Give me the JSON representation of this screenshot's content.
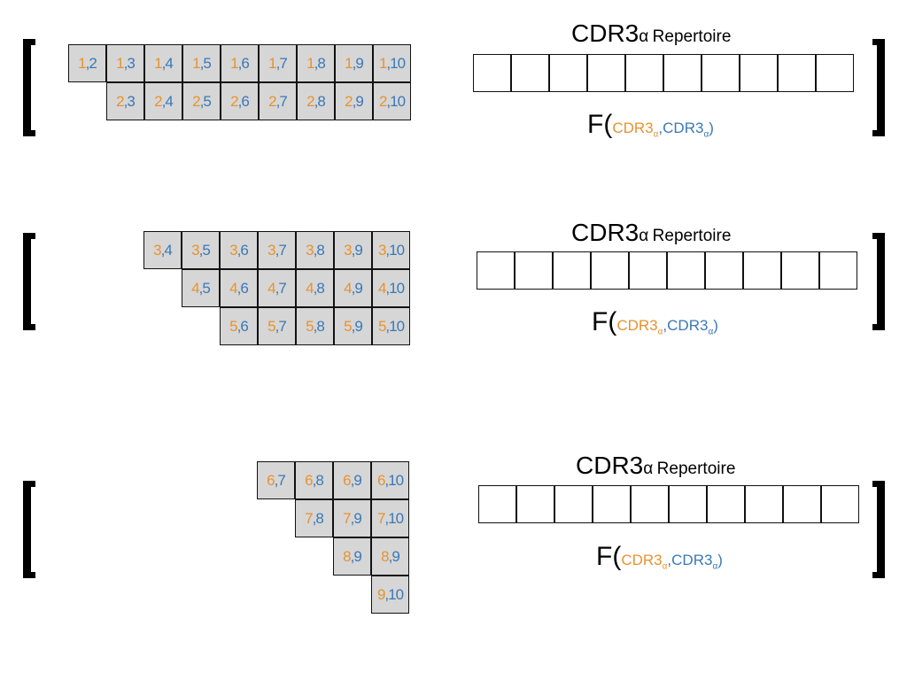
{
  "groups": [
    {
      "cells": [
        [
          {
            "a": "1",
            "b": "2"
          },
          {
            "a": "1",
            "b": "3"
          },
          {
            "a": "1",
            "b": "4"
          },
          {
            "a": "1",
            "b": "5"
          },
          {
            "a": "1",
            "b": "6"
          },
          {
            "a": "1",
            "b": "7"
          },
          {
            "a": "1",
            "b": "8"
          },
          {
            "a": "1",
            "b": "9"
          },
          {
            "a": "1",
            "b": "10"
          }
        ],
        [
          null,
          {
            "a": "2",
            "b": "3"
          },
          {
            "a": "2",
            "b": "4"
          },
          {
            "a": "2",
            "b": "5"
          },
          {
            "a": "2",
            "b": "6"
          },
          {
            "a": "2",
            "b": "7"
          },
          {
            "a": "2",
            "b": "8"
          },
          {
            "a": "2",
            "b": "9"
          },
          {
            "a": "2",
            "b": "10"
          }
        ]
      ],
      "repertoire_title": "CDR3",
      "repertoire_sub": "α",
      "repertoire_word": "Repertoire",
      "repertoire_slots": 10,
      "func_name": "F(",
      "func_arg1": "CDR3",
      "func_arg1_sub": "α",
      "func_arg2": "CDR3",
      "func_arg2_sub": "α",
      "func_sep": ",",
      "func_close": ")"
    },
    {
      "cells": [
        [
          {
            "a": "3",
            "b": "4"
          },
          {
            "a": "3",
            "b": "5"
          },
          {
            "a": "3",
            "b": "6"
          },
          {
            "a": "3",
            "b": "7"
          },
          {
            "a": "3",
            "b": "8"
          },
          {
            "a": "3",
            "b": "9"
          },
          {
            "a": "3",
            "b": "10"
          }
        ],
        [
          null,
          {
            "a": "4",
            "b": "5"
          },
          {
            "a": "4",
            "b": "6"
          },
          {
            "a": "4",
            "b": "7"
          },
          {
            "a": "4",
            "b": "8"
          },
          {
            "a": "4",
            "b": "9"
          },
          {
            "a": "4",
            "b": "10"
          }
        ],
        [
          null,
          null,
          {
            "a": "5",
            "b": "6"
          },
          {
            "a": "5",
            "b": "7"
          },
          {
            "a": "5",
            "b": "8"
          },
          {
            "a": "5",
            "b": "9"
          },
          {
            "a": "5",
            "b": "10"
          }
        ]
      ],
      "repertoire_title": "CDR3",
      "repertoire_sub": "α",
      "repertoire_word": "Repertoire",
      "repertoire_slots": 10,
      "func_name": "F(",
      "func_arg1": "CDR3",
      "func_arg1_sub": "α",
      "func_arg2": "CDR3",
      "func_arg2_sub": "α",
      "func_sep": ",",
      "func_close": ")"
    },
    {
      "cells": [
        [
          {
            "a": "6",
            "b": "7"
          },
          {
            "a": "6",
            "b": "8"
          },
          {
            "a": "6",
            "b": "9"
          },
          {
            "a": "6",
            "b": "10"
          }
        ],
        [
          null,
          {
            "a": "7",
            "b": "8"
          },
          {
            "a": "7",
            "b": "9"
          },
          {
            "a": "7",
            "b": "10"
          }
        ],
        [
          null,
          null,
          {
            "a": "8",
            "b": "9"
          },
          {
            "a": "8",
            "b": "9"
          }
        ],
        [
          null,
          null,
          null,
          {
            "a": "9",
            "b": "10"
          }
        ]
      ],
      "repertoire_title": "CDR3",
      "repertoire_sub": "α",
      "repertoire_word": "Repertoire",
      "repertoire_slots": 10,
      "func_name": "F(",
      "func_arg1": "CDR3",
      "func_arg1_sub": "α",
      "func_arg2": "CDR3",
      "func_arg2_sub": "α",
      "func_sep": ",",
      "func_close": ")"
    }
  ],
  "colors": {
    "first_index": "#e8922f",
    "second_index": "#3a78b8",
    "cell_fill": "#d6d6d6"
  }
}
